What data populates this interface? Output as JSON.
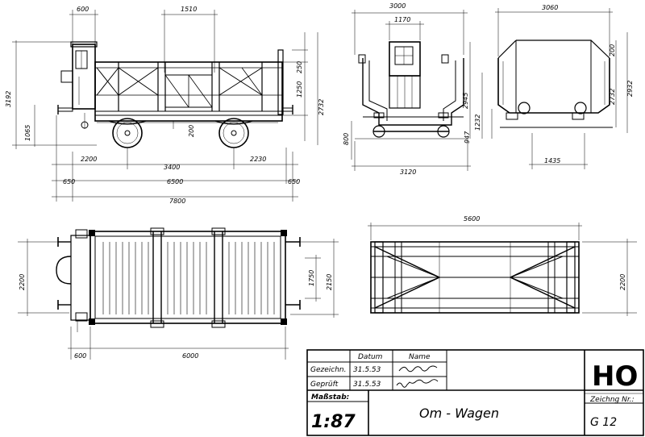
{
  "drawing": {
    "side_view": {
      "top_dims": [
        "600",
        "1510"
      ],
      "right_dims": [
        "250",
        "1250",
        "2732"
      ],
      "left_dims": [
        "3192",
        "1065"
      ],
      "inner_dim": "200",
      "bottom_dims": [
        "2200",
        "3400",
        "2230",
        "650",
        "6500",
        "650",
        "7800"
      ],
      "bottom_left_dim": "650"
    },
    "end_view_a": {
      "top_dims": [
        "3000",
        "1170"
      ],
      "right_dims": [
        "2945",
        "1232",
        "947"
      ],
      "left_dim": "800",
      "bottom_dim": "3120"
    },
    "end_view_b": {
      "top_dim": "3060",
      "right_dims": [
        "200",
        "2732",
        "2932"
      ],
      "bottom_dim": "1435"
    },
    "plan_view": {
      "left_dim": "2200",
      "right_dims": [
        "1750",
        "2150"
      ],
      "bottom_dims": [
        "600",
        "6000"
      ]
    },
    "underframe_view": {
      "top_dim": "5600",
      "right_dim": "2200"
    }
  },
  "title_block": {
    "col_headers": [
      "Datum",
      "Name"
    ],
    "rows": [
      {
        "label": "Gezeichn.",
        "date": "31.5.53"
      },
      {
        "label": "Geprüft",
        "date": "31.5.53"
      }
    ],
    "scale_label": "Maßstab:",
    "scale_value": "1:87",
    "title": "Om - Wagen",
    "gauge": "HO",
    "drawing_no_label": "Zeichng Nr.:",
    "drawing_no": "G 12"
  }
}
